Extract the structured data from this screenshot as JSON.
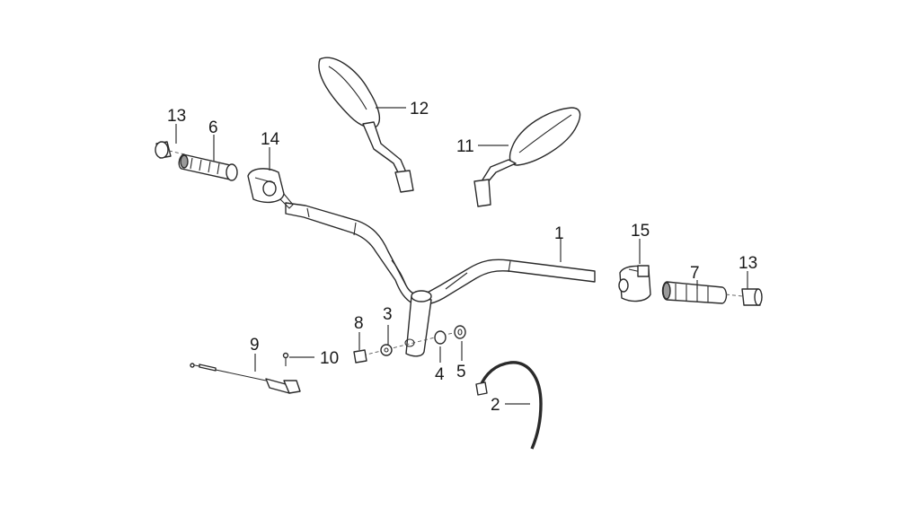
{
  "callouts": [
    {
      "id": "1",
      "text": "1"
    },
    {
      "id": "2",
      "text": "2"
    },
    {
      "id": "3",
      "text": "3"
    },
    {
      "id": "4",
      "text": "4"
    },
    {
      "id": "5",
      "text": "5"
    },
    {
      "id": "6",
      "text": "6"
    },
    {
      "id": "7",
      "text": "7"
    },
    {
      "id": "8",
      "text": "8"
    },
    {
      "id": "9",
      "text": "9"
    },
    {
      "id": "10",
      "text": "10"
    },
    {
      "id": "11",
      "text": "11"
    },
    {
      "id": "12",
      "text": "12"
    },
    {
      "id": "13a",
      "text": "13"
    },
    {
      "id": "13b",
      "text": "13"
    },
    {
      "id": "14",
      "text": "14"
    },
    {
      "id": "15",
      "text": "15"
    }
  ]
}
